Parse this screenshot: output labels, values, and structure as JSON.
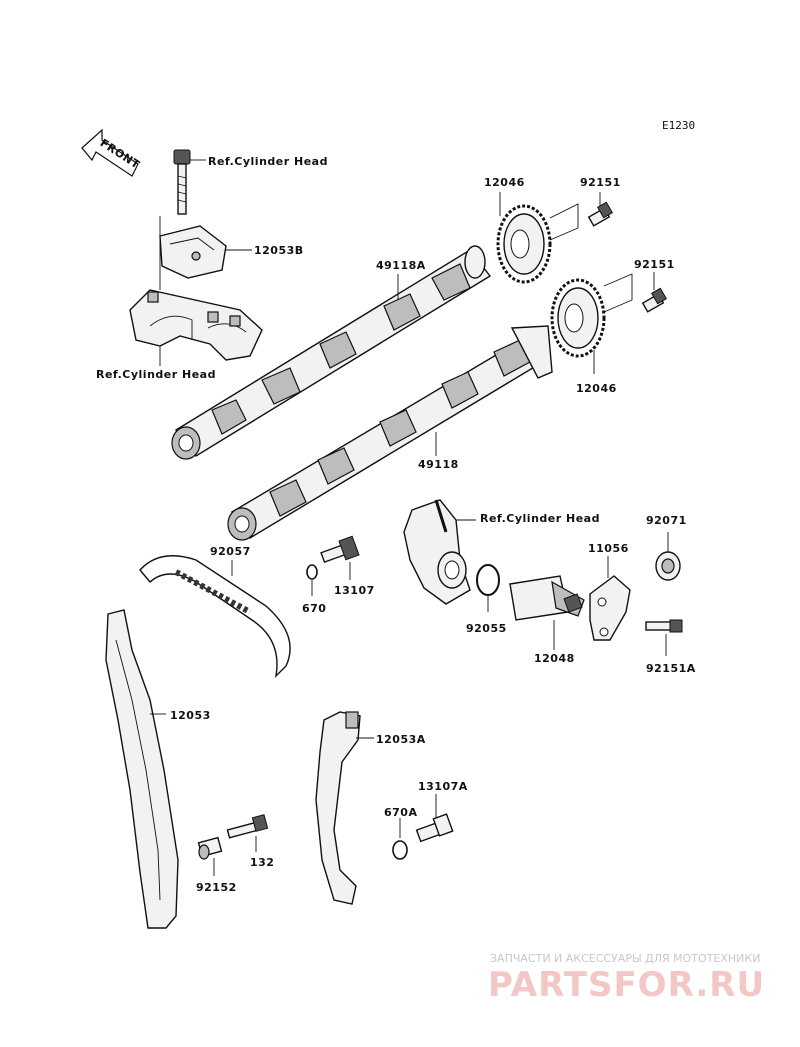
{
  "diagram_code": "E1230",
  "front_arrow_text": "FRONT",
  "labels": {
    "ref_head_top": "Ref.Cylinder Head",
    "p12053B": "12053B",
    "ref_head_left": "Ref.Cylinder Head",
    "p12046_top": "12046",
    "p92151_top": "92151",
    "p49118A": "49118A",
    "p92151_mid": "92151",
    "p12046_mid": "12046",
    "p49118": "49118",
    "ref_head_right": "Ref.Cylinder Head",
    "p92071": "92071",
    "p11056": "11056",
    "p92057": "92057",
    "p13107": "13107",
    "p670": "670",
    "p92055": "92055",
    "p12048": "12048",
    "p92151A": "92151A",
    "p12053": "12053",
    "p12053A": "12053A",
    "p13107A": "13107A",
    "p670A": "670A",
    "p132": "132",
    "p92152": "92152"
  },
  "watermark": {
    "tagline": "ЗАПЧАСТИ И АКСЕССУАРЫ ДЛЯ МОТОТЕХНИКИ",
    "brand": "PARTSFOR.RU"
  }
}
